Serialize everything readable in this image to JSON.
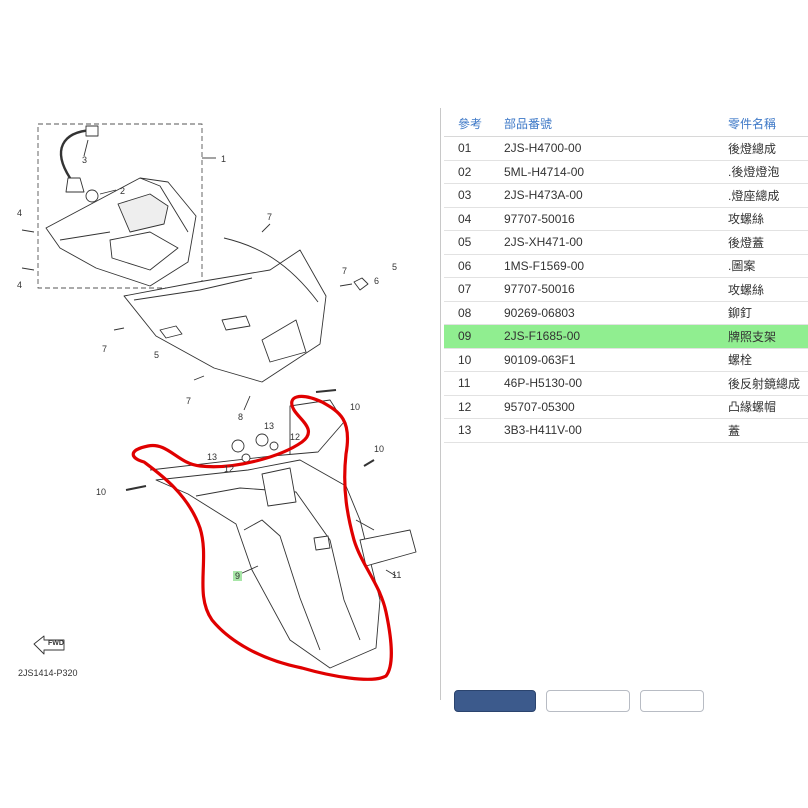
{
  "diagram": {
    "reference_code": "2JS1414-P320",
    "fwd_label": "FWD",
    "highlighted_callout": "9",
    "callouts": [
      "1",
      "2",
      "3",
      "4",
      "4",
      "5",
      "5",
      "6",
      "7",
      "7",
      "7",
      "7",
      "8",
      "9",
      "10",
      "10",
      "10",
      "11",
      "12",
      "12",
      "13",
      "13"
    ]
  },
  "table": {
    "headers": {
      "ref": "參考",
      "part_no": "部品番號",
      "name": "零件名稱"
    },
    "selected_ref": "09",
    "rows": [
      {
        "ref": "01",
        "part_no": "2JS-H4700-00",
        "name": "後燈總成"
      },
      {
        "ref": "02",
        "part_no": "5ML-H4714-00",
        "name": ".後燈燈泡"
      },
      {
        "ref": "03",
        "part_no": "2JS-H473A-00",
        "name": ".燈座總成"
      },
      {
        "ref": "04",
        "part_no": "97707-50016",
        "name": "攻螺絲"
      },
      {
        "ref": "05",
        "part_no": "2JS-XH471-00",
        "name": "後燈蓋"
      },
      {
        "ref": "06",
        "part_no": "1MS-F1569-00",
        "name": ".圖案"
      },
      {
        "ref": "07",
        "part_no": "97707-50016",
        "name": "攻螺絲"
      },
      {
        "ref": "08",
        "part_no": "90269-06803",
        "name": "鉚釘"
      },
      {
        "ref": "09",
        "part_no": "2JS-F1685-00",
        "name": "牌照支架"
      },
      {
        "ref": "10",
        "part_no": "90109-063F1",
        "name": "螺栓"
      },
      {
        "ref": "11",
        "part_no": "46P-H5130-00",
        "name": "後反射鏡總成"
      },
      {
        "ref": "12",
        "part_no": "95707-05300",
        "name": "凸緣螺帽"
      },
      {
        "ref": "13",
        "part_no": "3B3-H411V-00",
        "name": "蓋"
      }
    ]
  },
  "colors": {
    "header_text": "#3d78c7",
    "selected_row": "#90ee90",
    "annotation_circle": "#e00000",
    "primary_button": "#3c5a8c"
  }
}
